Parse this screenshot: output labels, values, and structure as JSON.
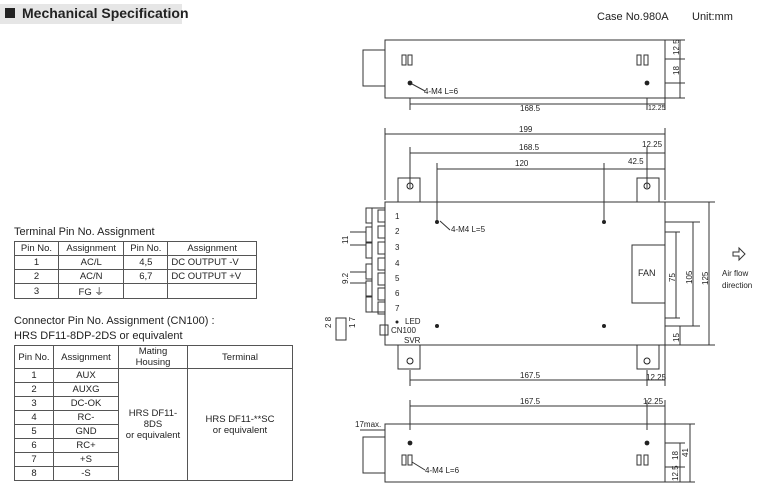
{
  "header": {
    "title": "Mechanical Specification",
    "case_no": "Case No.980A",
    "unit": "Unit:mm"
  },
  "terminal_table": {
    "title": "Terminal Pin No.  Assignment",
    "headers": [
      "Pin No.",
      "Assignment",
      "Pin No.",
      "Assignment"
    ],
    "rows": [
      [
        "1",
        "AC/L",
        "4,5",
        "DC OUTPUT -V"
      ],
      [
        "2",
        "AC/N",
        "6,7",
        "DC OUTPUT +V"
      ],
      [
        "3",
        "FG ⏚",
        "",
        ""
      ]
    ]
  },
  "connector": {
    "title_line1": "Connector Pin No. Assignment (CN100) :",
    "title_line2": "HRS DF11-8DP-2DS or equivalent",
    "headers": [
      "Pin No.",
      "Assignment",
      "Mating Housing",
      "Terminal"
    ],
    "pins": [
      [
        "1",
        "AUX"
      ],
      [
        "2",
        "AUXG"
      ],
      [
        "3",
        "DC-OK"
      ],
      [
        "4",
        "RC-"
      ],
      [
        "5",
        "GND"
      ],
      [
        "6",
        "RC+"
      ],
      [
        "7",
        "+S"
      ],
      [
        "8",
        "-S"
      ]
    ],
    "housing_line1": "HRS DF11-8DS",
    "housing_line2": "or equivalent",
    "terminal_line1": "HRS DF11-**SC",
    "terminal_line2": "or equivalent"
  },
  "drawing": {
    "top_view": {
      "screw_label": "4-M4 L=6",
      "dim_len": "168.5",
      "dim_right": "12.25",
      "dim_h1": "12.5",
      "dim_h2": "18"
    },
    "main_view": {
      "dim_total": "199",
      "dim_168": "168.5",
      "dim_1225": "12.25",
      "dim_120": "120",
      "dim_425": "42.5",
      "screw_label": "4-M4 L=5",
      "dim_11": "11",
      "dim_92": "9.2",
      "terminals": [
        "1",
        "2",
        "3",
        "4",
        "5",
        "6",
        "7"
      ],
      "fan": "FAN",
      "airflow_1": "Air flow",
      "airflow_2": "direction",
      "dim_75": "75",
      "dim_105": "105",
      "dim_125": "125",
      "dim_15": "15",
      "led": "LED",
      "cn": "CN100",
      "svr": "SVR",
      "pin_17": "1 7",
      "pin_28": "2 8",
      "dim_1675": "167.5",
      "dim_1225b": "12.25"
    },
    "bottom_view": {
      "dim_1675": "167.5",
      "dim_1225": "12.25",
      "max17": "17max.",
      "screw_label": "4-M4 L=6",
      "dim_18": "18",
      "dim_41": "41",
      "dim_125": "12.5"
    }
  }
}
